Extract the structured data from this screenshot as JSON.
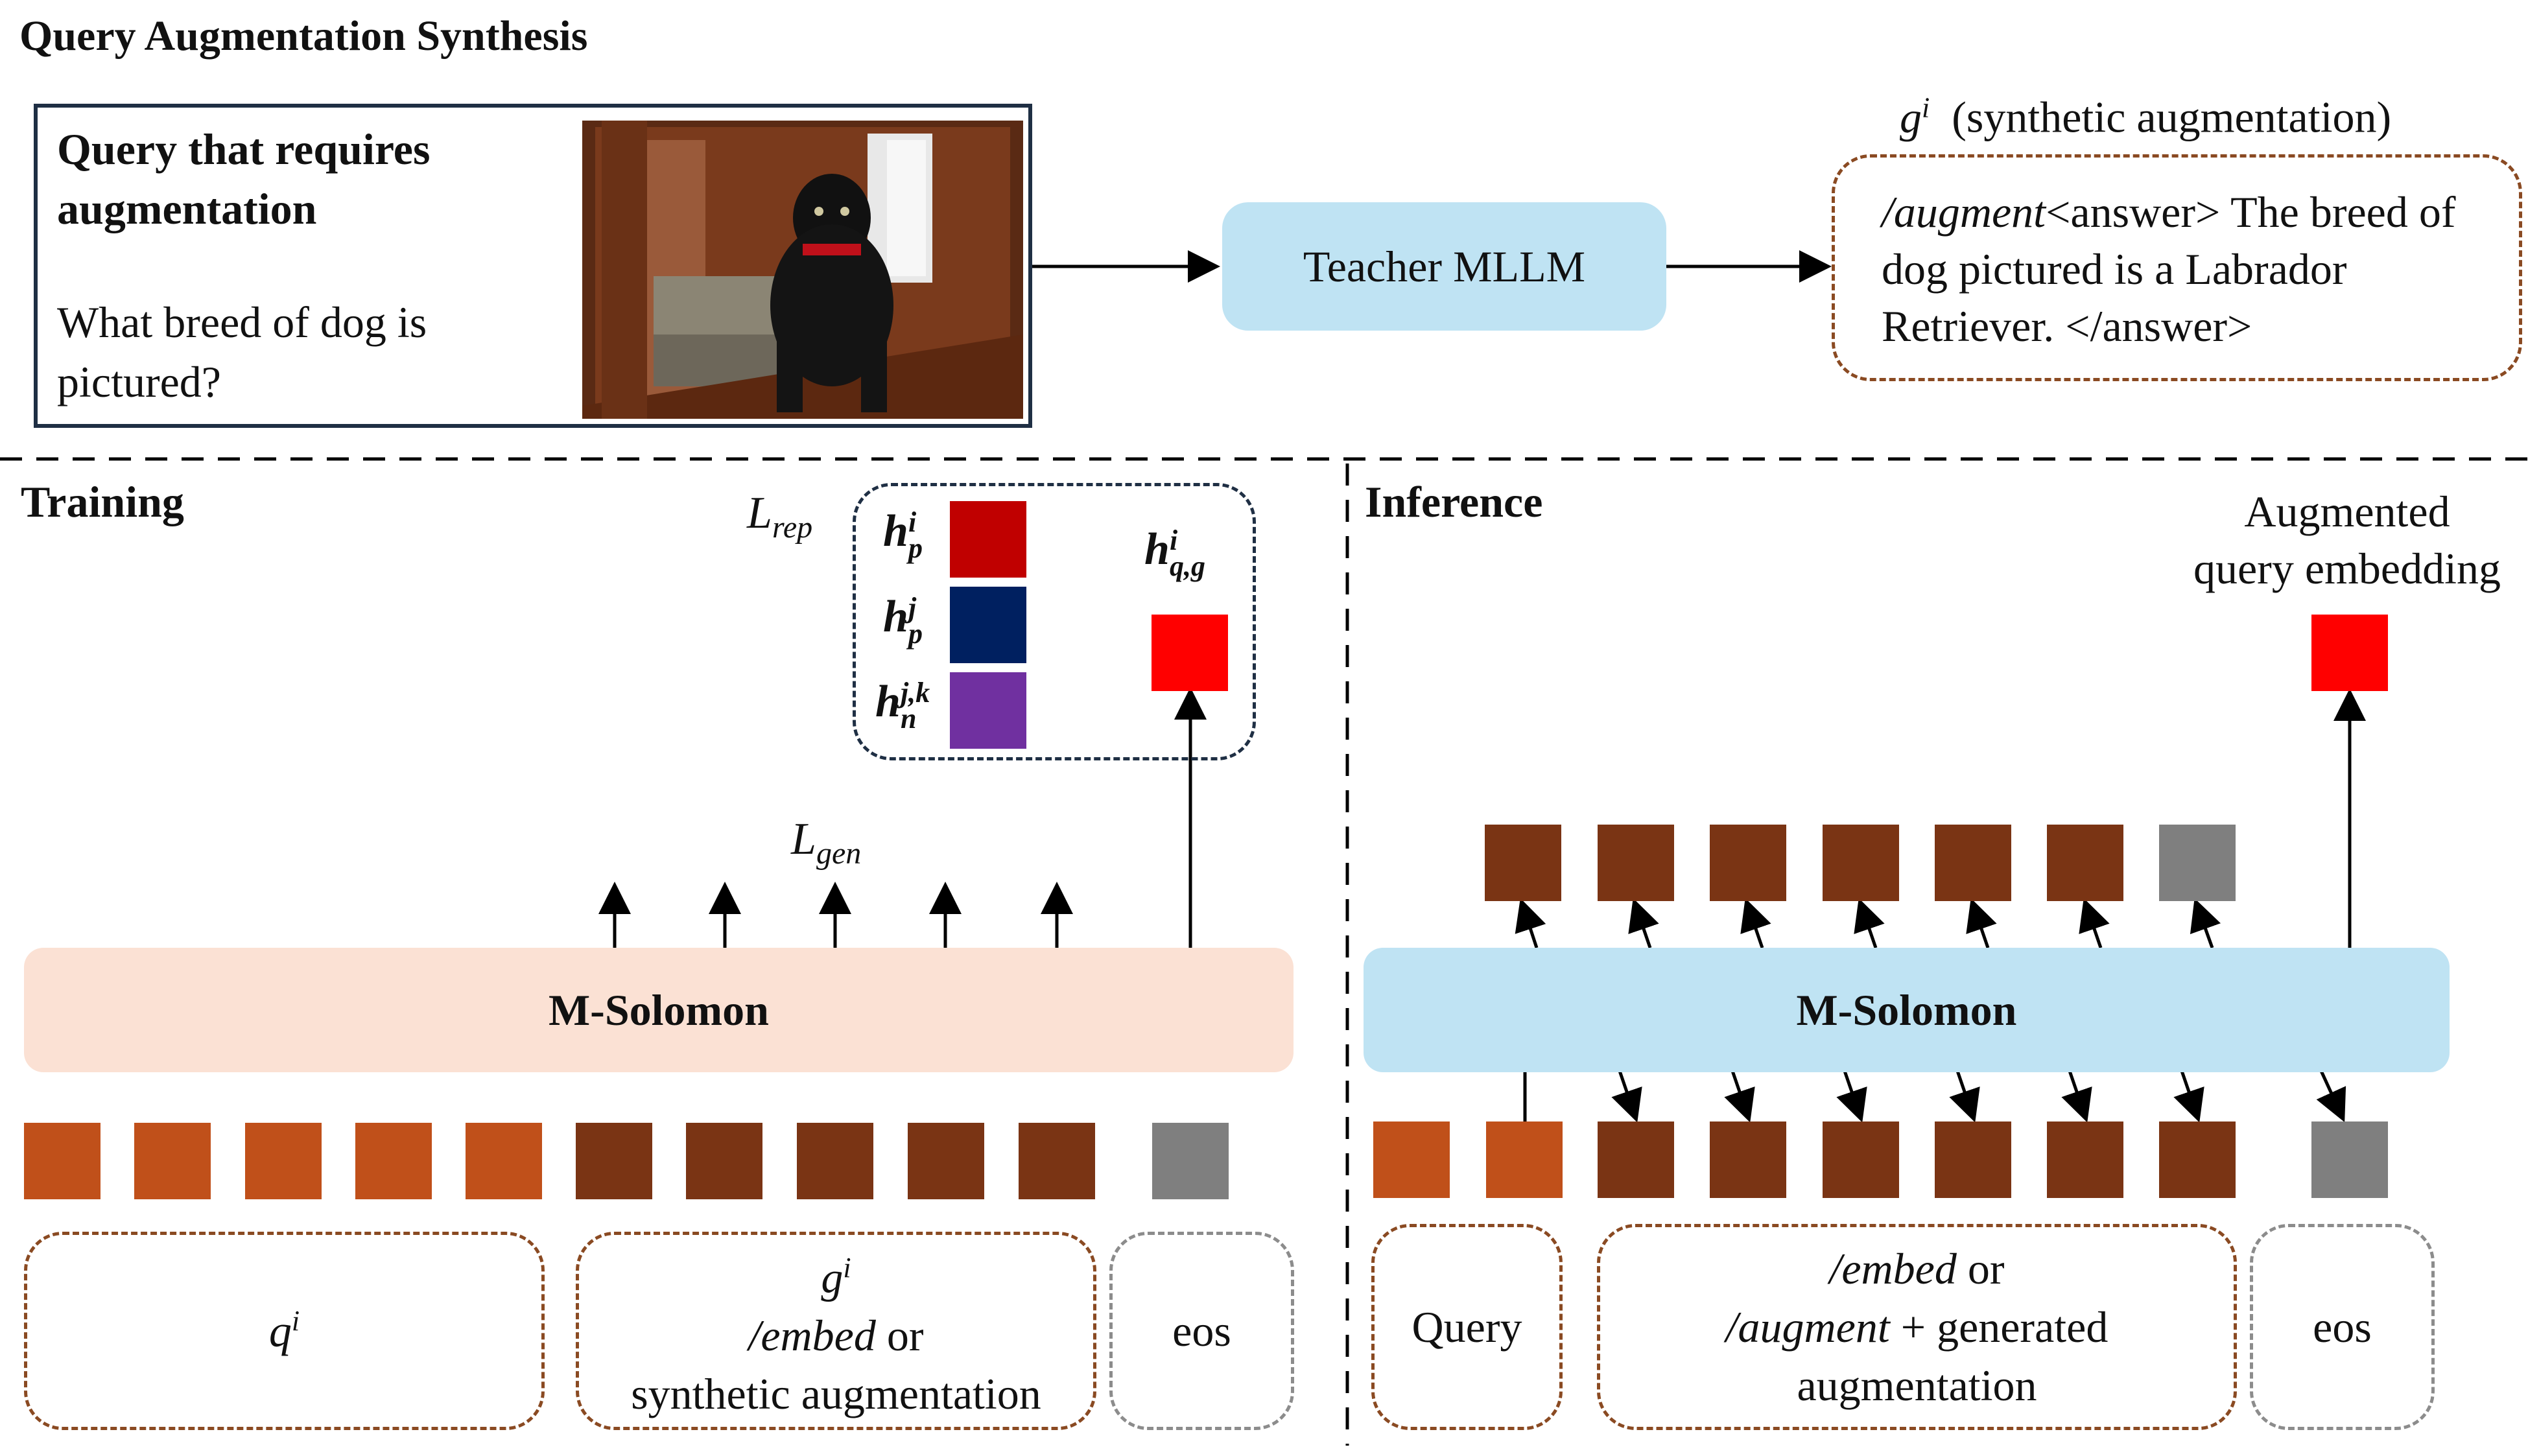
{
  "synthesis": {
    "title": "Query Augmentation Synthesis",
    "query_box": {
      "heading": "Query that requires augmentation",
      "question": "What breed of dog is pictured?"
    },
    "teacher_label": "Teacher MLLM",
    "output_label": "(synthetic augmentation)",
    "output_text_prefix": "/augment",
    "output_text_rest": "<answer> The breed of dog pictured is a Labrador Retriever. </answer>"
  },
  "training": {
    "title": "Training",
    "loss_rep": "L",
    "loss_rep_sub": "rep",
    "loss_gen": "L",
    "loss_gen_sub": "gen",
    "model_label": "M-Solomon",
    "input_query_symbol": "q",
    "input_aug_symbol": "g",
    "input_aug_line1_italic": "/embed",
    "input_aug_line1_rest": " or",
    "input_aug_line2": "synthetic augmentation",
    "input_eos": "eos",
    "embedding_colors": {
      "h_p_i": "#c00000",
      "h_p_j": "#002060",
      "h_n_jk": "#7030a0",
      "h_qg": "#ff0000"
    }
  },
  "inference": {
    "title": "Inference",
    "output_label_line1": "Augmented",
    "output_label_line2": "query embedding",
    "model_label": "M-Solomon",
    "input_query": "Query",
    "input_aug_line1_italic": "/embed",
    "input_aug_line1_rest": " or",
    "input_aug_line2_italic": "/augment",
    "input_aug_line2_rest": " + generated",
    "input_aug_line3": "augmentation",
    "input_eos": "eos"
  },
  "colors": {
    "token_orange": "#c0501a",
    "token_brown": "#7a3414",
    "token_gray": "#7f7f7f",
    "model_train_bg": "#fbe1d4",
    "model_infer_bg": "#bfe3f3",
    "teacher_bg": "#bfe3f3"
  }
}
